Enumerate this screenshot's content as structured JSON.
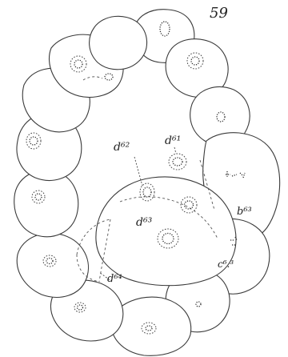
{
  "figure": {
    "number": "59",
    "labels": {
      "d61": "d⁶¹",
      "d62": "d⁶²",
      "d63": "d⁶³",
      "d64": "d⁶⁴",
      "b63": "b⁶³",
      "c63": "c⁶.³"
    }
  },
  "colors": {
    "ink": "#2a2a2a",
    "paper": "#ffffff"
  }
}
